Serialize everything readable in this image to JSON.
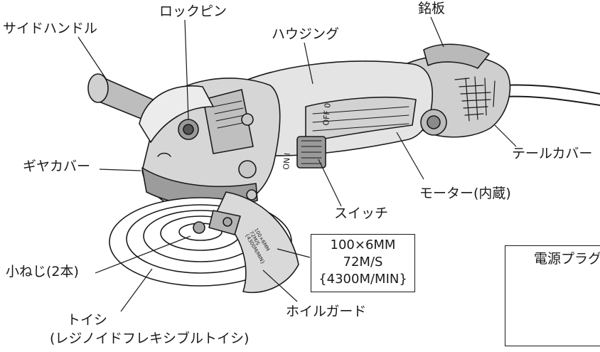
{
  "labels": {
    "side_handle": "サイドハンドル",
    "lock_pin": "ロックピン",
    "nameplate": "銘板",
    "housing": "ハウジング",
    "gear_cover": "ギヤカバー",
    "tail_cover": "テールカバー",
    "motor": "モーター(内蔵)",
    "switch": "スイッチ",
    "small_screws": "小ねじ(2本)",
    "wheel_line1": "トイシ",
    "wheel_line2": "(レジノイドフレキシブルトイシ)",
    "wheel_guard": "ホイルガード",
    "power_plug": "電源プラグ"
  },
  "spec_box": {
    "line1": "100×6MM",
    "line2": "72M/S",
    "line3": "{4300M/MIN}"
  },
  "markings": {
    "switch_off": "OFF 0",
    "switch_on": "ON I",
    "guard_l1": "100×6MM",
    "guard_l2": "72M/S",
    "guard_l3": "{4300M/MIN}"
  }
}
